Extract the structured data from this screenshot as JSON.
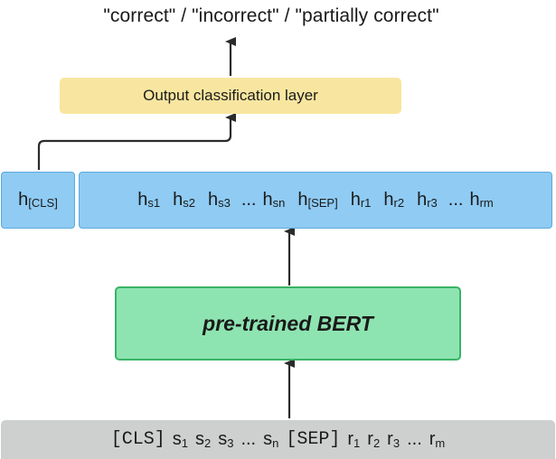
{
  "output_label": "\"correct\" / \"incorrect\" / \"partially correct\"",
  "classification_layer": "Output classification layer",
  "hidden": {
    "cls": {
      "base": "h",
      "sub": "[CLS]"
    },
    "sequence": [
      {
        "base": "h",
        "sub": "s1"
      },
      {
        "base": "h",
        "sub": "s2"
      },
      {
        "base": "h",
        "sub": "s3"
      },
      {
        "base": "...",
        "sub": ""
      },
      {
        "base": "h",
        "sub": "sn"
      },
      {
        "base": "h",
        "sub": "[SEP]"
      },
      {
        "base": "h",
        "sub": "r1"
      },
      {
        "base": "h",
        "sub": "r2"
      },
      {
        "base": "h",
        "sub": "r3"
      },
      {
        "base": "...",
        "sub": ""
      },
      {
        "base": "h",
        "sub": "rm"
      }
    ]
  },
  "bert_label": "pre-trained BERT",
  "input_tokens": [
    {
      "base": "[CLS]",
      "sub": "",
      "mono": true
    },
    {
      "base": "s",
      "sub": "1",
      "mono": false
    },
    {
      "base": "s",
      "sub": "2",
      "mono": false
    },
    {
      "base": "s",
      "sub": "3",
      "mono": false
    },
    {
      "base": "...",
      "sub": "",
      "mono": false
    },
    {
      "base": "s",
      "sub": "n",
      "mono": false
    },
    {
      "base": "[SEP]",
      "sub": "",
      "mono": true
    },
    {
      "base": "r",
      "sub": "1",
      "mono": false
    },
    {
      "base": "r",
      "sub": "2",
      "mono": false
    },
    {
      "base": "r",
      "sub": "3",
      "mono": false
    },
    {
      "base": "...",
      "sub": "",
      "mono": false
    },
    {
      "base": "r",
      "sub": "m",
      "mono": false
    }
  ],
  "colors": {
    "classification_layer": "#f8e6a0",
    "hidden_states": "#8fcbf3",
    "bert": "#8ee4b1",
    "bert_border": "#39b365",
    "input_bar": "#cdd0ce",
    "arrow": "#2b2b2b"
  }
}
